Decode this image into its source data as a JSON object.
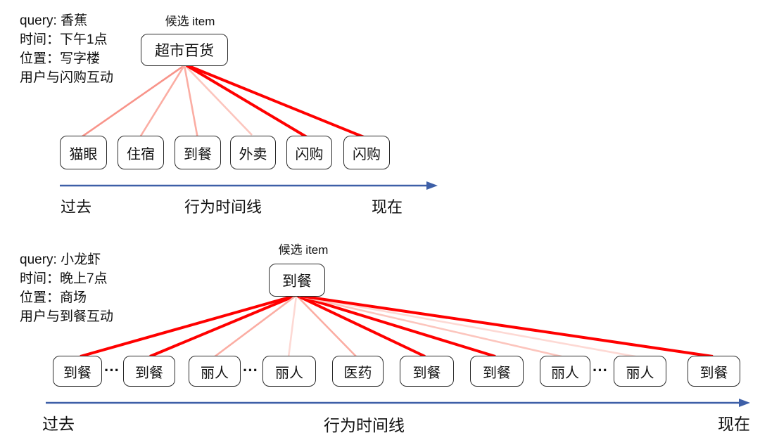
{
  "colors": {
    "attention_strong": "#ff0000",
    "attention_medium": "#f8948a",
    "attention_light": "#fbada3",
    "attention_lighter": "#fcc5bd",
    "attention_faint": "#fdd9d4",
    "timeline_blue": "#3d5fa7",
    "box_border": "#2b2b2b"
  },
  "top_diagram": {
    "context_lines": [
      "query: 香蕉",
      "时间：下午1点",
      "位置：写字楼",
      "用户与闪购互动"
    ],
    "candidate_label": "候选 item",
    "candidate": "超市百货",
    "behaviors": [
      {
        "label": "猫眼",
        "attention": "medium"
      },
      {
        "label": "住宿",
        "attention": "light"
      },
      {
        "label": "到餐",
        "attention": "light"
      },
      {
        "label": "外卖",
        "attention": "lighter"
      },
      {
        "label": "闪购",
        "attention": "strong"
      },
      {
        "label": "闪购",
        "attention": "strong"
      }
    ],
    "timeline": {
      "past": "过去",
      "axis": "行为时间线",
      "now": "现在"
    }
  },
  "bottom_diagram": {
    "context_lines": [
      "query: 小龙虾",
      "时间：晚上7点",
      "位置：商场",
      "用户与到餐互动"
    ],
    "candidate_label": "候选 item",
    "candidate": "到餐",
    "items": [
      {
        "type": "box",
        "label": "到餐",
        "attention": "strong"
      },
      {
        "type": "dots",
        "label": "···"
      },
      {
        "type": "box",
        "label": "到餐",
        "attention": "strong"
      },
      {
        "type": "box",
        "label": "丽人",
        "attention": "light"
      },
      {
        "type": "dots",
        "label": "···"
      },
      {
        "type": "box",
        "label": "丽人",
        "attention": "faint"
      },
      {
        "type": "box",
        "label": "医药",
        "attention": "light"
      },
      {
        "type": "box",
        "label": "到餐",
        "attention": "strong"
      },
      {
        "type": "box",
        "label": "到餐",
        "attention": "strong"
      },
      {
        "type": "box",
        "label": "丽人",
        "attention": "lighter"
      },
      {
        "type": "dots",
        "label": "···"
      },
      {
        "type": "box",
        "label": "丽人",
        "attention": "faint"
      },
      {
        "type": "box",
        "label": "到餐",
        "attention": "strong"
      }
    ],
    "timeline": {
      "past": "过去",
      "axis": "行为时间线",
      "now": "现在"
    }
  }
}
